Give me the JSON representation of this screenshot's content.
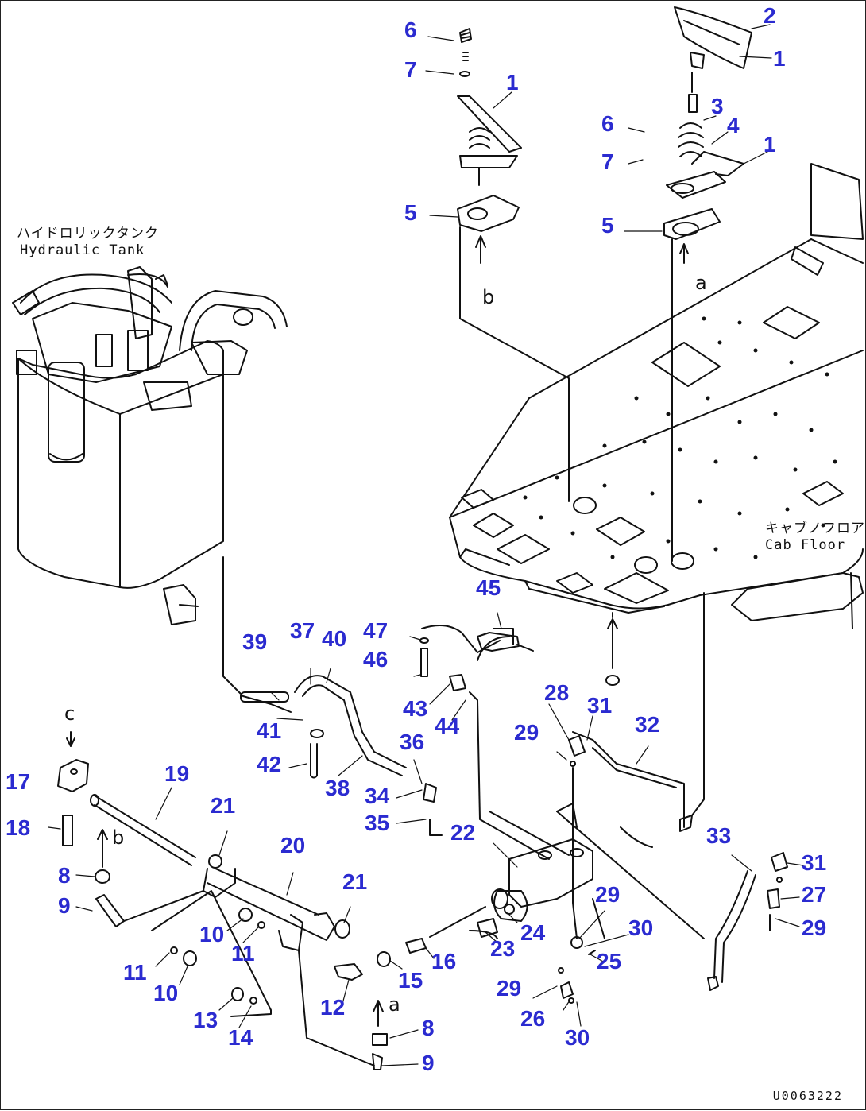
{
  "captions": {
    "tank_jp": "ハイドロリックタンク",
    "tank_en": "Hydraulic Tank",
    "floor_jp": "キャブノフロア",
    "floor_en": "Cab Floor"
  },
  "views": [
    "a",
    "b",
    "c"
  ],
  "drawing_code": "U0063222",
  "callouts": [
    "1",
    "1",
    "1",
    "2",
    "3",
    "4",
    "5",
    "5",
    "6",
    "6",
    "7",
    "7",
    "8",
    "8",
    "9",
    "9",
    "10",
    "10",
    "11",
    "11",
    "12",
    "13",
    "14",
    "15",
    "16",
    "17",
    "18",
    "19",
    "20",
    "21",
    "21",
    "22",
    "23",
    "24",
    "25",
    "26",
    "27",
    "28",
    "29",
    "29",
    "29",
    "29",
    "30",
    "30",
    "31",
    "31",
    "32",
    "33",
    "34",
    "35",
    "36",
    "37",
    "38",
    "39",
    "40",
    "41",
    "42",
    "43",
    "44",
    "45",
    "46",
    "47"
  ],
  "colors": {
    "callout": "#2b2bd0",
    "line": "#111111"
  }
}
